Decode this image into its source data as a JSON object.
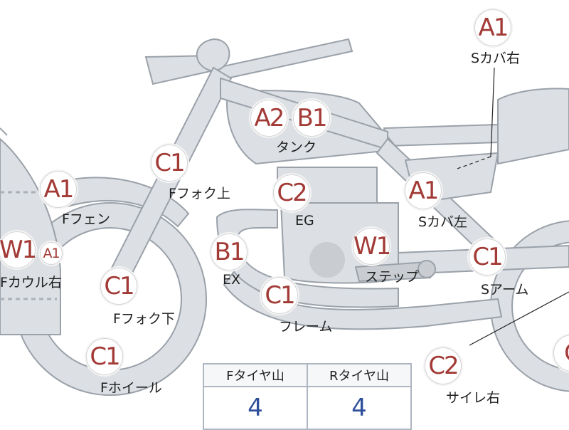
{
  "colors": {
    "body": "#dcdfe3",
    "outline": "#9aa1a9",
    "badge_text": "#a23a36",
    "tyre_value": "#2f4f9a"
  },
  "parts": [
    {
      "id": "s-cover-right",
      "grade": "A1",
      "label": "Sカバ右"
    },
    {
      "id": "tank",
      "grade_a": "A2",
      "grade_b": "B1",
      "label": "タンク"
    },
    {
      "id": "f-fork-upper",
      "grade": "C1",
      "label": "Fフォク上"
    },
    {
      "id": "f-fender",
      "grade": "A1",
      "label": "Fフェン"
    },
    {
      "id": "engine",
      "grade": "C2",
      "label": "EG"
    },
    {
      "id": "s-cover-left",
      "grade": "A1",
      "label": "Sカバ左"
    },
    {
      "id": "f-cowl-right",
      "grade": "W1",
      "grade_extra": "A1",
      "label": "Fカウル右"
    },
    {
      "id": "exhaust",
      "grade": "B1",
      "label": "EX"
    },
    {
      "id": "step",
      "grade": "W1",
      "label": "ステップ"
    },
    {
      "id": "s-arm",
      "grade": "C1",
      "label": "Sアーム"
    },
    {
      "id": "f-fork-lower",
      "grade": "C1",
      "label": "Fフォク下"
    },
    {
      "id": "frame",
      "grade": "C1",
      "label": "フレーム"
    },
    {
      "id": "f-wheel",
      "grade": "C1",
      "label": "Fホイール"
    },
    {
      "id": "muffler-right",
      "grade": "C2",
      "label": "サイレ右"
    },
    {
      "id": "rear-wheel",
      "grade": "C"
    }
  ],
  "tyre_table": {
    "headers": [
      "Fタイヤ山",
      "Rタイヤ山"
    ],
    "values": [
      "4",
      "4"
    ]
  }
}
